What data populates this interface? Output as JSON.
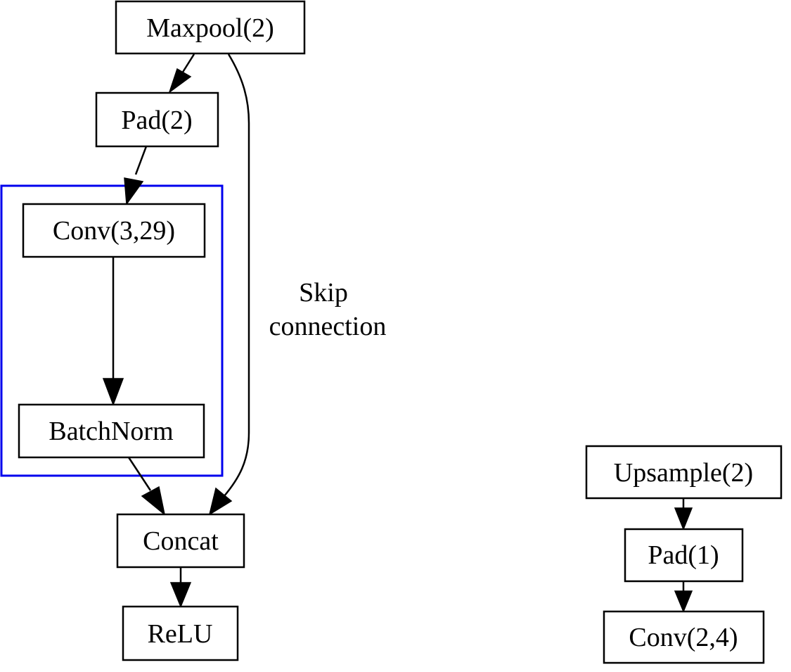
{
  "diagram": {
    "nodes": {
      "maxpool": "Maxpool(2)",
      "pad2": "Pad(2)",
      "conv": "Conv(3,29)",
      "batchnorm": "BatchNorm",
      "concat": "Concat",
      "relu": "ReLU",
      "upsample": "Upsample(2)",
      "pad1": "Pad(1)",
      "conv24": "Conv(2,4)"
    },
    "edge_labels": {
      "skip_line1": "Skip",
      "skip_line2": "connection"
    },
    "colors": {
      "cluster_border": "#0000ee",
      "node_border": "#000000",
      "background": "#ffffff"
    }
  }
}
